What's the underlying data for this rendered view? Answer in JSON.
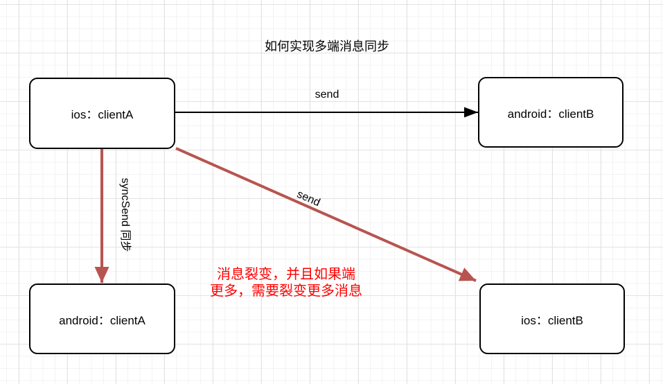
{
  "title": "如何实现多端消息同步",
  "nodes": [
    {
      "label": "ios：clientA"
    },
    {
      "label": "android：clientB"
    },
    {
      "label": "android：clientA"
    },
    {
      "label": "ios：clientB"
    }
  ],
  "edges": [
    {
      "label": "send",
      "from": "ios：clientA",
      "to": "android：clientB",
      "color": "#000000"
    },
    {
      "label": "syncSend 同步",
      "from": "ios：clientA",
      "to": "android：clientA",
      "color": "#b85450"
    },
    {
      "label": "send",
      "from": "ios：clientA",
      "to": "ios：clientB",
      "color": "#b85450"
    }
  ],
  "annotation": {
    "lines": [
      "消息裂变，并且如果端",
      "更多，需要裂变更多消息"
    ],
    "color": "#ff0000"
  },
  "colors": {
    "edge_black": "#000000",
    "edge_red": "#b85450",
    "annotation_red": "#ff0000",
    "node_fill": "#ffffff",
    "node_border": "#000000",
    "grid_minor": "#f3f3f3",
    "grid_major": "#e2e2e2"
  }
}
